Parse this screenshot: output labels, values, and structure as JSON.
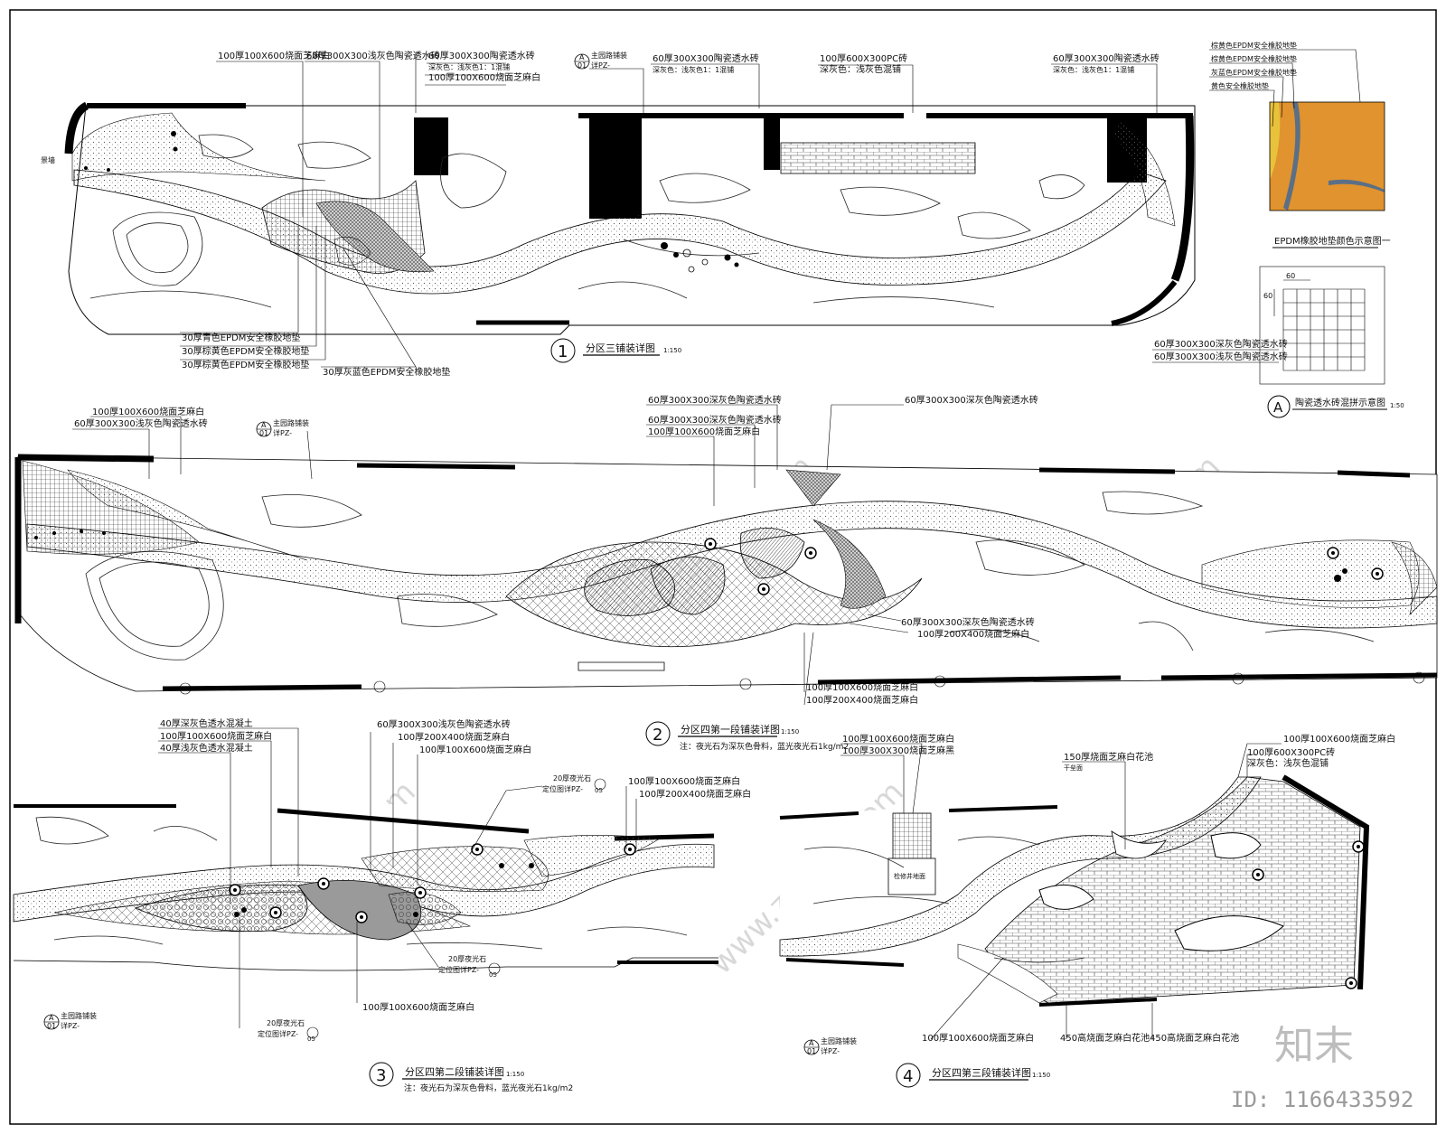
{
  "plan1": {
    "number": "1",
    "title": "分区三铺装详图",
    "scale": "1:150",
    "ref_badge_top": "A",
    "ref_badge_bottom": "01",
    "ref_text_top": "主园路铺装",
    "ref_text_bottom": "详PZ-",
    "side_label": "景墙",
    "labels": {
      "a": "100厚100X600烧面芝麻白",
      "b": "60厚300X300浅灰色陶瓷透水砖",
      "c1": "60厚300X300陶瓷透水砖",
      "c2": "深灰色：浅灰色1：1混铺",
      "c3": "100厚100X600烧面芝麻白",
      "d1": "60厚300X300陶瓷透水砖",
      "d2": "深灰色：浅灰色1：1混铺",
      "e1": "100厚600X300PC砖",
      "e2": "深灰色：浅灰色混铺",
      "f1": "60厚300X300陶瓷透水砖",
      "f2": "深灰色：浅灰色1：1混铺",
      "g": "30厚青色EPDM安全橡胶地垫",
      "h": "30厚棕黄色EPDM安全橡胶地垫",
      "i": "30厚棕黄色EPDM安全橡胶地垫",
      "j": "30厚灰蓝色EPDM安全橡胶地垫"
    }
  },
  "epdm_legend": {
    "title": "EPDM橡胶地垫颜色示意图一",
    "items": [
      "棕黄色EPDM安全橡胶地垫",
      "棕黄色EPDM安全橡胶地垫",
      "灰蓝色EPDM安全橡胶地垫",
      "黄色安全橡胶地垫"
    ],
    "colors": {
      "orange": "#e0932e",
      "yellow": "#e8c23a",
      "blue": "#5b6f86"
    }
  },
  "tile_legend": {
    "badge": "A",
    "title": "陶瓷透水砖混拼示意图",
    "scale": "1:50",
    "dims": [
      "60",
      "60"
    ],
    "items": [
      "60厚300X300深灰色陶瓷透水砖",
      "60厚300X300浅灰色陶瓷透水砖"
    ]
  },
  "plan2": {
    "number": "2",
    "title": "分区四第一段铺装详图",
    "scale": "1:150",
    "note": "注：夜光石为深灰色骨料，蓝光夜光石1kg/m2",
    "ref_badge_top": "A",
    "ref_badge_bottom": "01",
    "ref_text_top": "主园路铺装",
    "ref_text_bottom": "详PZ-",
    "labels": {
      "a": "100厚100X600烧面芝麻白",
      "b": "60厚300X300浅灰色陶瓷透水砖",
      "c": "60厚300X300深灰色陶瓷透水砖",
      "d": "60厚300X300深灰色陶瓷透水砖",
      "e": "100厚100X600烧面芝麻白",
      "f": "60厚300X300深灰色陶瓷透水砖",
      "g": "60厚300X300深灰色陶瓷透水砖",
      "h": "100厚200X400烧面芝麻白",
      "i": "100厚100X600烧面芝麻白",
      "j": "100厚200X400烧面芝麻白"
    }
  },
  "plan3": {
    "number": "3",
    "title": "分区四第二段铺装详图",
    "scale": "1:150",
    "note": "注：夜光石为深灰色骨料，蓝光夜光石1kg/m2",
    "ref_badge_top": "A",
    "ref_badge_bottom": "01",
    "ref_text_top": "主园路铺装",
    "ref_text_bottom": "详PZ-",
    "labels": {
      "a": "40厚深灰色透水混凝土",
      "b": "100厚100X600烧面芝麻白",
      "c": "40厚浅灰色透水混凝土",
      "d": "60厚300X300浅灰色陶瓷透水砖",
      "e": "100厚200X400烧面芝麻白",
      "f": "100厚100X600烧面芝麻白",
      "g1": "20厚夜光石",
      "g2": "定位图详PZ-",
      "h": "100厚100X600烧面芝麻白",
      "i": "100厚200X400烧面芝麻白",
      "j1": "20厚夜光石",
      "j2": "定位图详PZ-",
      "k": "100厚100X600烧面芝麻白",
      "l1": "20厚夜光石",
      "l2": "定位图详PZ-"
    },
    "badge_nums": [
      "05",
      "05",
      "05"
    ]
  },
  "plan4": {
    "number": "4",
    "title": "分区四第三段铺装详图",
    "scale": "1:150",
    "ref_badge_top": "A",
    "ref_badge_bottom": "01",
    "ref_text_top": "主园路铺装",
    "ref_text_bottom": "详PZ-",
    "box_label": "检修井地面",
    "labels": {
      "a": "100厚100X600烧面芝麻白",
      "b": "100厚300X300烧面芝麻黑",
      "c1": "150厚烧面芝麻白花池",
      "c2": "干垒面",
      "d": "100厚100X600烧面芝麻白",
      "e1": "100厚600X300PC砖",
      "e2": "深灰色：浅灰色混铺",
      "f": "100厚100X600烧面芝麻白",
      "g": "450高烧面芝麻白花池",
      "h": "450高烧面芝麻白花池"
    }
  },
  "watermark": {
    "text": "www.znzmo.com",
    "brand": "知末",
    "id_text": "ID: 1166433592"
  }
}
